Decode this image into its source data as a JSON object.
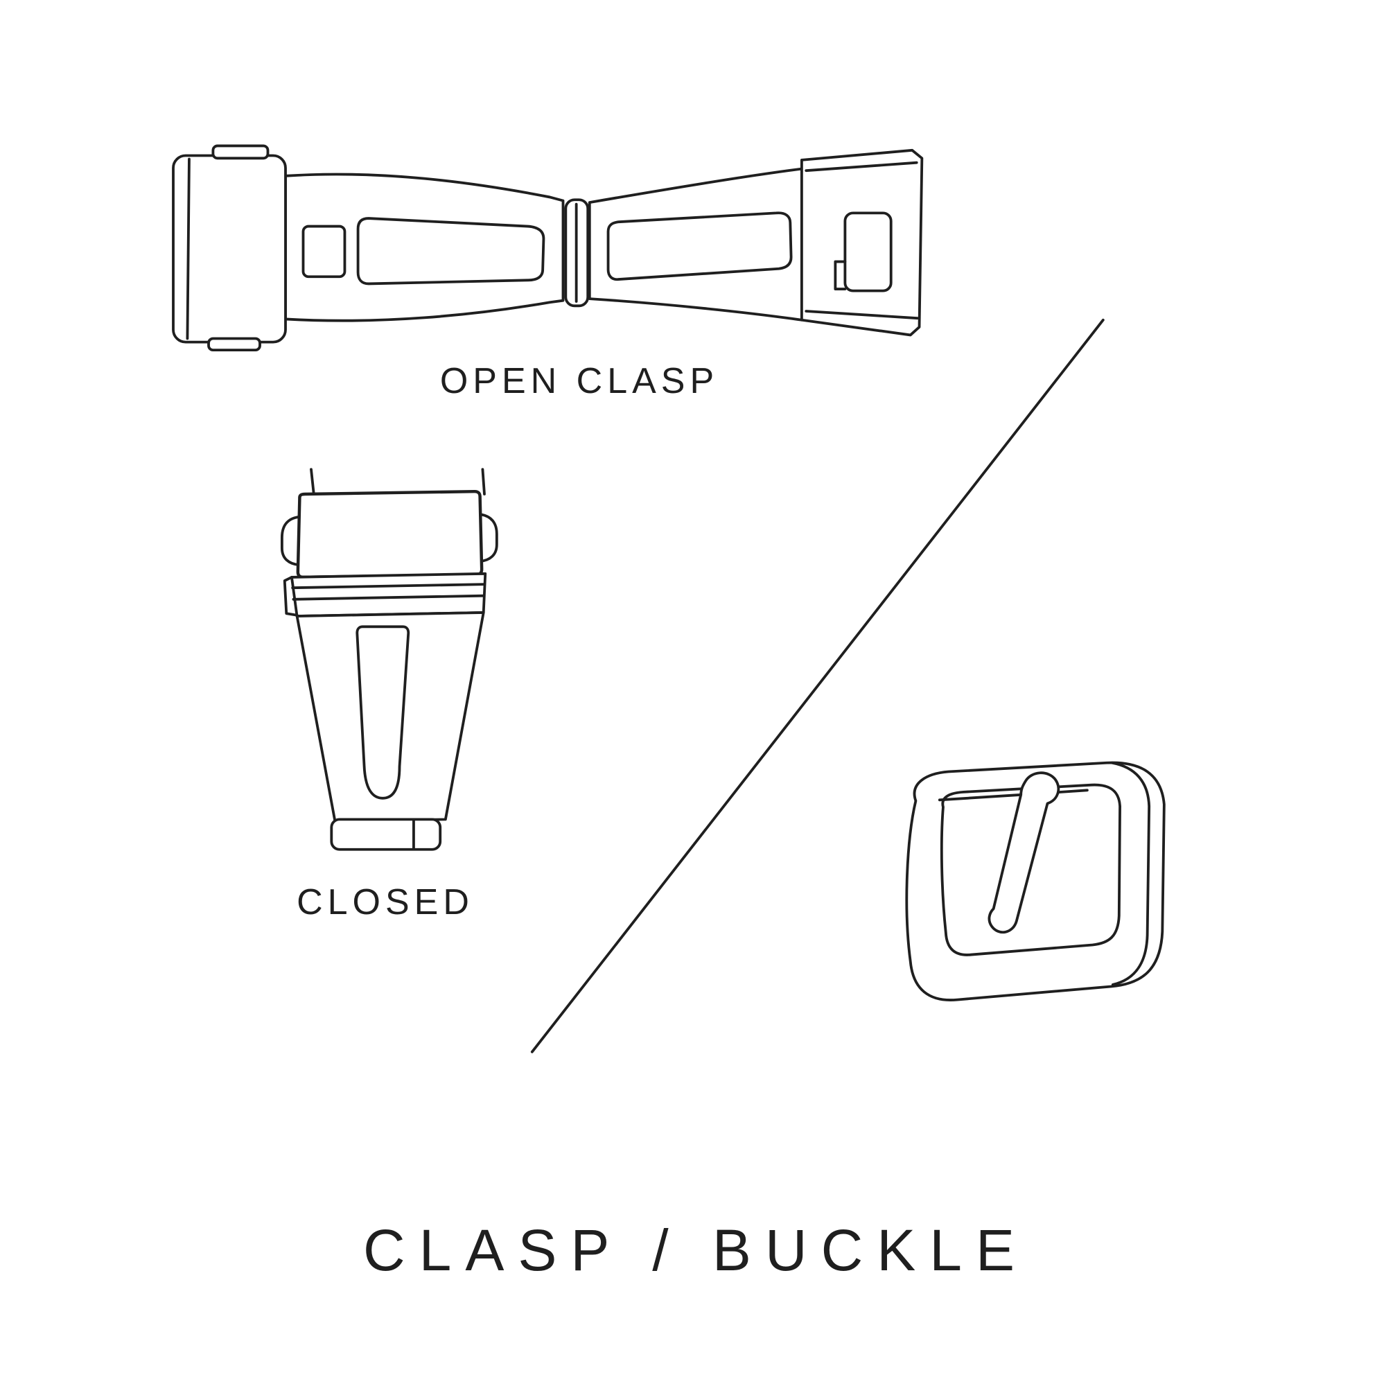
{
  "page": {
    "background": "#ffffff",
    "ink_color": "#1f1f1f"
  },
  "labels": {
    "open_clasp": "OPEN CLASP",
    "closed": "CLOSED",
    "title": "CLASP / BUCKLE"
  },
  "figures": [
    {
      "name": "open-clasp-illustration"
    },
    {
      "name": "closed-clasp-illustration"
    },
    {
      "name": "diagonal-divider"
    },
    {
      "name": "tang-buckle-illustration"
    }
  ]
}
